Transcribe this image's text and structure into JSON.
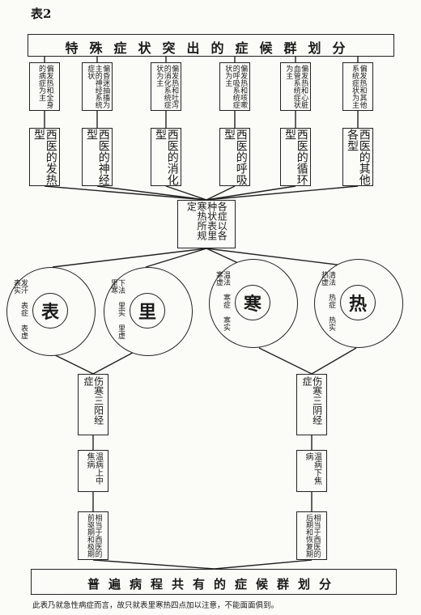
{
  "caption": "表2",
  "header": "特殊症状突出的症候群划分",
  "west_types": [
    {
      "desc": "偏发热和全身的病症为主",
      "name": "西医的发热型"
    },
    {
      "desc": "偏昏迷抽搐为主的神经系统症状",
      "name": "西医的神经型"
    },
    {
      "desc": "偏发热和吐泻的消化系统症状为主",
      "name": "西医的消化型"
    },
    {
      "desc": "偏发热和咳嗽的呼吸系统症状为主",
      "name": "西医的呼吸型"
    },
    {
      "desc": "偏发热和心脏血管系统症状为主",
      "name": "西医的循环型"
    },
    {
      "desc": "偏发热和其他系统症状为主",
      "name": "西医的其他各型"
    }
  ],
  "center": "各症以各种状表里寒热所规定",
  "circles": [
    {
      "core": "表",
      "ring": "发汗 表症 表虚 表实"
    },
    {
      "core": "里",
      "ring": "下法 里实 里虚 里寒"
    },
    {
      "core": "寒",
      "ring": "温法 寒症 寒实 寒虚"
    },
    {
      "core": "热",
      "ring": "清法 热症 热实 热虚"
    }
  ],
  "left_chain": [
    "伤寒三阳经症",
    "温病上中焦病",
    "相当于西医的前驱期和极期"
  ],
  "right_chain": [
    "伤寒三阴经症",
    "温病下焦病",
    "相当于西医的后期和恢复期"
  ],
  "footer": "普遍病程共有的症候群划分",
  "note": "此表乃就急性病症而言，故只就表里寒热四点加以注意，不能面面俱到。",
  "colors": {
    "line": "#222222",
    "paper": "#fbfbf8"
  }
}
